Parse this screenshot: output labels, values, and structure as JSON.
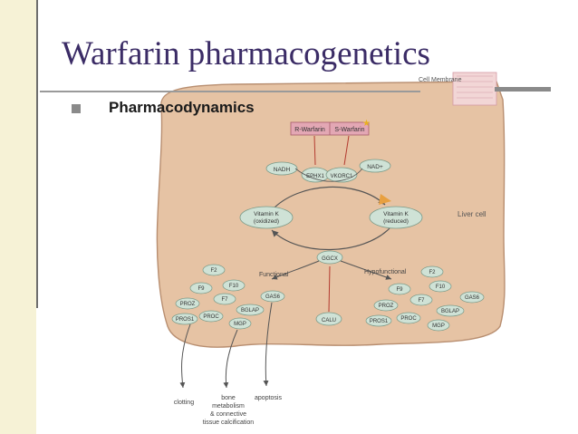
{
  "title": "Warfarin pharmacogenetics",
  "bullet": "Pharmacodynamics",
  "diagram": {
    "cell_membrane_label": "Cell Membrane",
    "liver_cell_label": "Liver cell",
    "warfarin_r": "R-Warfarin",
    "warfarin_s": "S-Warfarin",
    "nadh": "NADH",
    "ephx1": "EPHX1",
    "vkorc1": "VKORC1",
    "nad_plus": "NAD+",
    "vitk_ox": [
      "Vitamin K",
      "(oxidized)"
    ],
    "vitk_red": [
      "Vitamin K",
      "(reduced)"
    ],
    "ggcx": "GGCX",
    "calu": "CALU",
    "functional_label": "Functional",
    "hypofunctional_label": "Hypofunctional",
    "genes_left": [
      "F2",
      "F9",
      "F10",
      "F7",
      "PROZ",
      "GAS6",
      "BGLAP",
      "PROS1",
      "PROC",
      "MGP"
    ],
    "genes_right": [
      "F2",
      "F9",
      "F10",
      "F7",
      "PROZ",
      "GAS6",
      "BGLAP",
      "PROS1",
      "PROC",
      "MGP"
    ],
    "outcomes": {
      "clotting": "clotting",
      "bone": [
        "bone",
        "metabolism",
        "& connective",
        "tissue calcification"
      ],
      "apoptosis": "apoptosis"
    }
  },
  "colors": {
    "title": "#3b2c66",
    "cell_fill": "#e6c3a4",
    "node_fill": "#cfe2d6",
    "warfarin_fill": "#e3a7b4",
    "arrow_red": "#b33a2f",
    "left_stripe": "#f6f2d6"
  }
}
